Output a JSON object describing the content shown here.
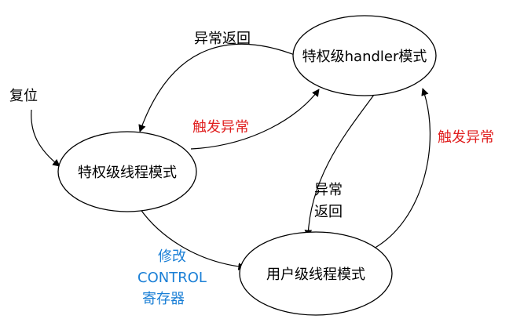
{
  "colors": {
    "text": "#000000",
    "exception_trigger": "#e02020",
    "control_modify": "#1a7fd6",
    "stroke": "#000000",
    "background": "#ffffff"
  },
  "nodes": {
    "handler_mode": "特权级handler模式",
    "privileged_thread": "特权级线程模式",
    "user_thread": "用户级线程模式"
  },
  "edges": {
    "reset": "复位",
    "exception_return_top": "异常返回",
    "trigger_exception_left": "触发异常",
    "trigger_exception_right": "触发异常",
    "exception_return_mid_line1": "异常",
    "exception_return_mid_line2": "返回",
    "modify_control_line1": "修改",
    "modify_control_line2": "CONTROL",
    "modify_control_line3": "寄存器"
  }
}
